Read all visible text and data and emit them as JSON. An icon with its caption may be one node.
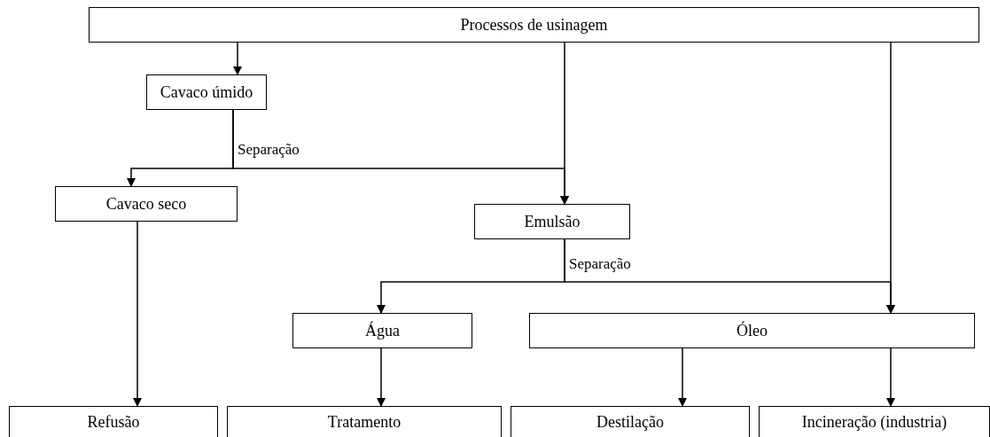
{
  "diagram": {
    "nodes": [
      {
        "text": [
          "Processos de usinagem"
        ]
      },
      {
        "text": [
          "Cavaco úmido"
        ]
      },
      {
        "text": [
          "Cavaco seco"
        ]
      },
      {
        "text": [
          "Emulsão"
        ]
      },
      {
        "text": [
          "Água"
        ]
      },
      {
        "text": [
          "Óleo"
        ]
      },
      {
        "text": [
          "Refusão"
        ]
      },
      {
        "text": [
          "Tratamento"
        ]
      },
      {
        "text": [
          "Destilação"
        ]
      },
      {
        "text": [
          "Incineração (industria)"
        ]
      }
    ],
    "edges": [
      {
        "from": 0,
        "to": 1,
        "arrow": "to"
      },
      {
        "from": 1,
        "to": 2,
        "arrow": "to",
        "label": "Separação"
      },
      {
        "from": 1,
        "to": 3,
        "arrow": "to"
      },
      {
        "from": 0,
        "to": 3,
        "arrow": "to"
      },
      {
        "from": 0,
        "to": 5,
        "arrow": "to"
      },
      {
        "from": 3,
        "to": 4,
        "arrow": "to",
        "label": "Separação"
      },
      {
        "from": 3,
        "to": 5,
        "arrow": "to"
      },
      {
        "from": 2,
        "to": 6,
        "arrow": "to"
      },
      {
        "from": 4,
        "to": 7,
        "arrow": "to"
      },
      {
        "from": 5,
        "to": 8,
        "arrow": "to"
      },
      {
        "from": 5,
        "to": 9,
        "arrow": "to"
      }
    ]
  }
}
